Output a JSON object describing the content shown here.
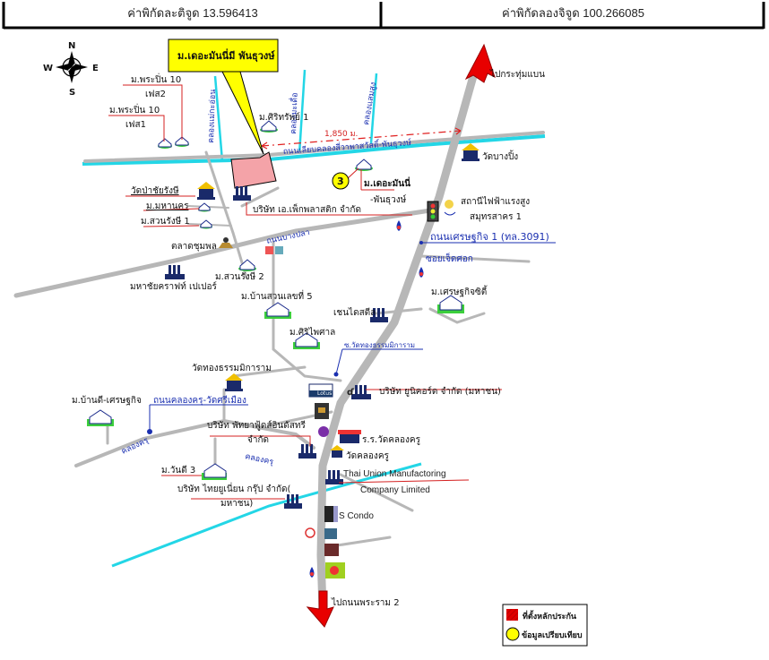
{
  "header": {
    "latitude_label": "ค่าพิกัดละติจูด 13.596413",
    "longitude_label": "ค่าพิกัดลองจิจูด 100.266085"
  },
  "compass": {
    "n": "N",
    "s": "S",
    "e": "E",
    "w": "W"
  },
  "callout": {
    "title": "ม.เดอะมันนี่มี พันธุวงษ์"
  },
  "directions": {
    "north": "ไปกระทุ่มแบน",
    "south": "ไปถนนพระราม 2"
  },
  "distance": "1,850 ม.",
  "roads": {
    "canal_road": "ถนนเลียบคลองสี่วาพาสวัสดิ์-พันธุวงษ์",
    "bang_pla": "ถนนบางปลา",
    "setthakit": "ถนนเศรษฐกิจ 1 (ทล.3091)",
    "soi_jet": "ซอยเจ็ดศอก",
    "soi_wat": "ซ.วัดทองธรรมมิการาม",
    "khlong_khru_rd": "ถนนคลองครุ-วัดศรีเมือง"
  },
  "canals": {
    "c1": "คลองแม่กะอ่อน",
    "c2": "คลองมะเดื่อ",
    "c3": "คลองแสมสูง",
    "khlong_khru_1": "คลองครุ",
    "khlong_khru_2": "คลองครุ"
  },
  "places": {
    "phrapin_10_f2_a": "ม.พระปิ่น 10",
    "phrapin_10_f2_b": "เฟส2",
    "phrapin_10_f1_a": "ม.พระปิ่น 10",
    "phrapin_10_f1_b": "เฟส1",
    "sirisap_1": "ม.ศิริทรัพย์ 1",
    "wat_bang_ping": "วัดบางปิ้ง",
    "money_a": "ม.เดอะมันนี่",
    "money_b": "-พันธุวงษ์",
    "marker_number": "3",
    "substation_a": "สถานีไฟฟ้าแรงสูง",
    "substation_b": "สมุทรสาคร 1",
    "wat_pa_chai": "วัดป่าชัยรังษี",
    "mahanakhon": "ม.มหานคร",
    "suanrangsi_1": "ม.สวนรังษี 1",
    "talat_chumphon": "ตลาดชุมพล",
    "ap_plastic": "บริษัท เอ.เพ็กพลาสติก จำกัด",
    "suanrangsi_2": "ม.สวนรังษี 2",
    "mahachai_graphic": "มหาชัยคราฟท์ เปเปอร์",
    "setthakit_city": "ม.เศรษฐกิจซิตี้",
    "ban_suan_5": "ม.บ้านสวนเลขที่ 5",
    "chen_steel": "เชนไดสตีล",
    "siriphaisan": "ม.ศิริไพศาล",
    "wat_thong": "วัดทองธรรมมิการาม",
    "ban_di": "ม.บ้านดี-เศรษฐกิจ",
    "lotus": "Lotus",
    "unicord": "บริษัท ยูนิคอร์ด จำกัด (มหาชน)",
    "pattaya_a": "บริษัท พัทยาฟู้ดส์อินดัสทรี",
    "pattaya_b": "จำกัด",
    "school": "ร.ร.วัดคลองครู",
    "wat_khlong_khru": "วัดคลองครู",
    "wandee_3": "ม.วันดี 3",
    "thai_union_en_a": "Thai Union Manufactoring",
    "thai_union_en_b": "Company Limited",
    "thai_union_th_a": "บริษัท ไทยยูเนี่ยน กรุ๊ป จำกัด(",
    "thai_union_th_b": "มหาชน)",
    "s_condo": "S Condo"
  },
  "legend": {
    "site": "ที่ตั้งหลักประกัน",
    "comparable": "ข้อมูลเปรียบเทียบ"
  },
  "colors": {
    "canal": "#23d6e6",
    "road": "#b7b7b7",
    "arrow": "#e80000",
    "callout": "#ffff00",
    "site": "#f4a3a8",
    "label_blue": "#1a2fb0",
    "leader": "#d42020"
  }
}
